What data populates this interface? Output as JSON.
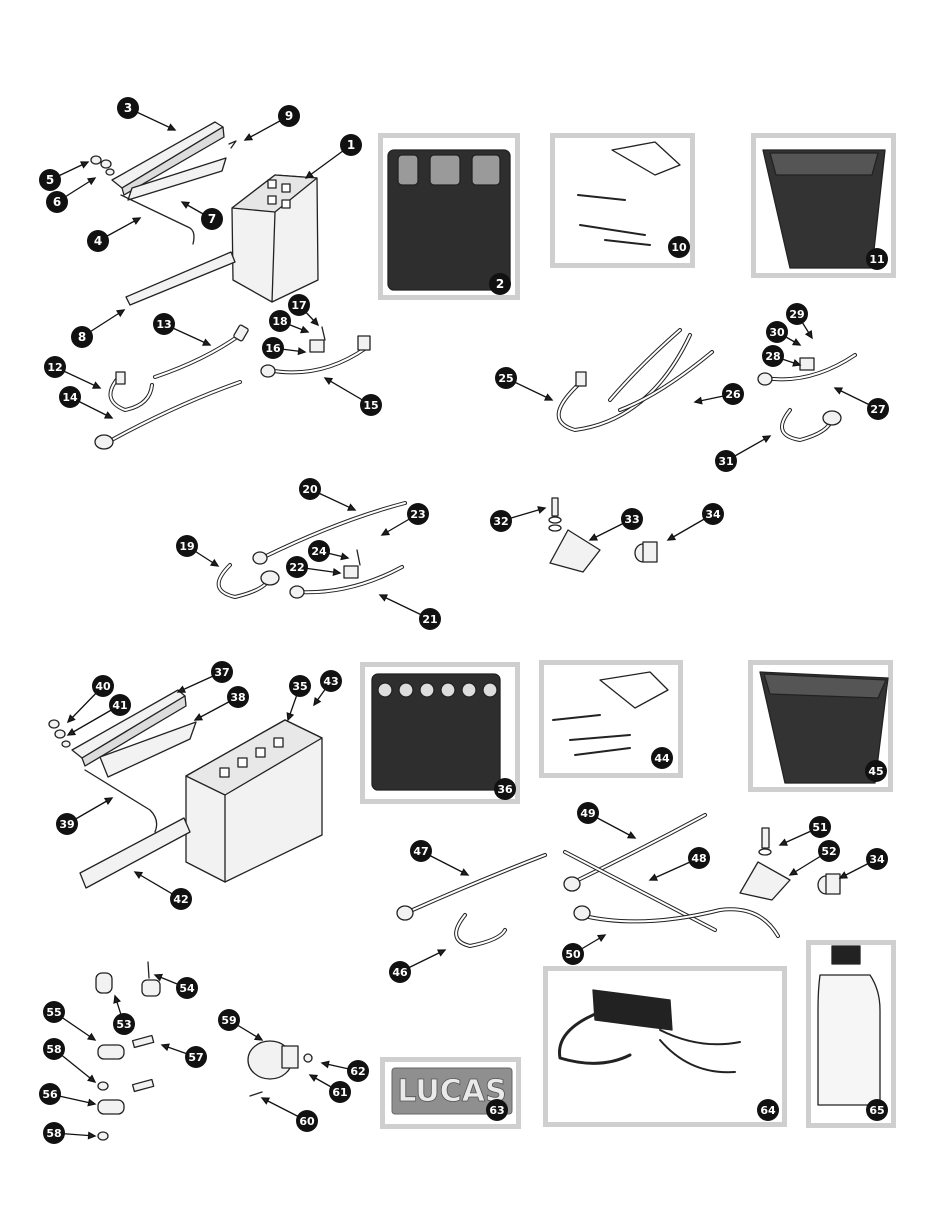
{
  "diagram": {
    "callouts": [
      "1",
      "2",
      "3",
      "4",
      "5",
      "6",
      "7",
      "8",
      "9",
      "10",
      "11",
      "12",
      "13",
      "14",
      "15",
      "16",
      "17",
      "18",
      "19",
      "20",
      "21",
      "22",
      "23",
      "24",
      "25",
      "26",
      "27",
      "28",
      "29",
      "30",
      "31",
      "32",
      "33",
      "34",
      "35",
      "36",
      "37",
      "38",
      "39",
      "40",
      "41",
      "42",
      "43",
      "44",
      "45",
      "46",
      "47",
      "48",
      "49",
      "50",
      "51",
      "52",
      "53",
      "54",
      "55",
      "56",
      "57",
      "58",
      "59",
      "60",
      "61",
      "62",
      "63",
      "64",
      "65"
    ],
    "logo_text": "LUCAS"
  },
  "colors": {
    "callout_fill": "#111111",
    "callout_text": "#ffffff",
    "frame_border": "#cfcfcf",
    "line": "#222222",
    "part_fill": "#f2f2f2",
    "dark_part": "#2e2e2e"
  }
}
